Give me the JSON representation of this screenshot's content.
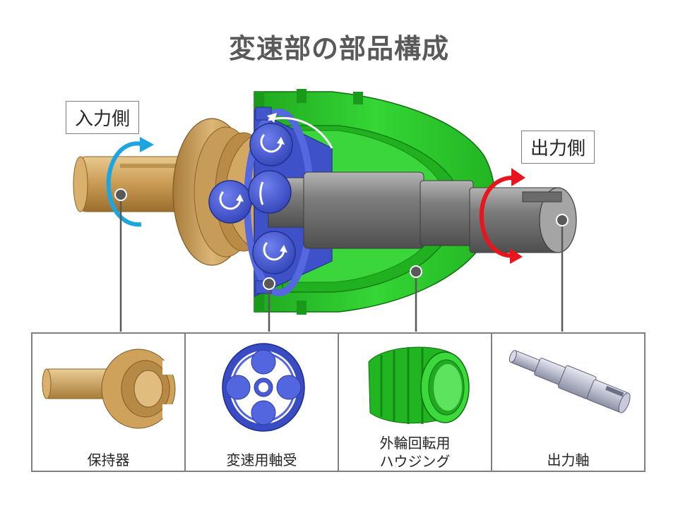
{
  "title": "変速部の部品構成",
  "labels": {
    "input_side": "入力側",
    "output_side": "出力側"
  },
  "parts": [
    {
      "label_lines": [
        "保持器"
      ]
    },
    {
      "label_lines": [
        "変速用軸受"
      ]
    },
    {
      "label_lines": [
        "外輪回転用",
        "ハウジング"
      ]
    },
    {
      "label_lines": [
        "出力軸"
      ]
    }
  ],
  "colors": {
    "retainer": "#d1a862",
    "bearing": "#4d5fd6",
    "housing": "#2ed12e",
    "shaft": "#8a8a8a",
    "input_arrow": "#1ca5e0",
    "output_arrow": "#e8141e",
    "title": "#595959"
  },
  "icons": [
    "rotation-arrow-icon"
  ]
}
